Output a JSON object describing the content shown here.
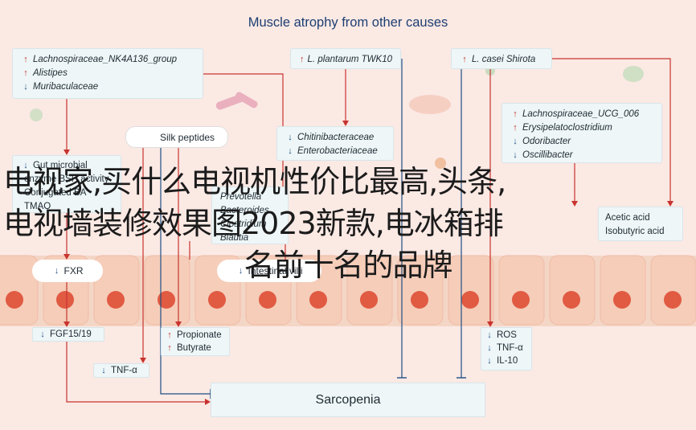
{
  "title": "Muscle atrophy from other causes",
  "overlay": {
    "line1": "电视家,买什么电视机性价比最高,头条,",
    "line2": "电视墙装修效果图2023新款,电冰箱排",
    "line3": "名前十名的品牌"
  },
  "box_top_left": [
    {
      "dir": "up",
      "text": "Lachnospiraceae_NK4A136_group"
    },
    {
      "dir": "up",
      "text": "Alistipes"
    },
    {
      "dir": "down",
      "text": "Muribaculaceae"
    }
  ],
  "box_plantarum": {
    "dir": "up",
    "text": "L. plantarum TWK10"
  },
  "box_casei": {
    "dir": "up",
    "text": "L. casei Shirota"
  },
  "box_right": [
    {
      "dir": "up",
      "text": "Lachnospiraceae_UCG_006"
    },
    {
      "dir": "up",
      "text": "Erysipelatoclostridium"
    },
    {
      "dir": "down",
      "text": "Odoribacter"
    },
    {
      "dir": "down",
      "text": "Oscillibacter"
    }
  ],
  "box_chitin": [
    {
      "dir": "down",
      "text": "Chitinibacteraceae"
    },
    {
      "dir": "down",
      "text": "Enterobacteriaceae"
    }
  ],
  "pill_silk": "Silk peptides",
  "box_gut_microbial": [
    {
      "dir": "down",
      "text": "Gut microbial"
    },
    {
      "dir": "",
      "text": "enzyme BSH activity"
    },
    {
      "dir": "",
      "text": "Conjugated BA"
    },
    {
      "dir": "",
      "text": "TMAO"
    }
  ],
  "box_middle_left": [
    {
      "dir": "",
      "text": "Prevotella"
    },
    {
      "dir": "",
      "text": "Bacteroides"
    },
    {
      "dir": "",
      "text": "Clostridium"
    },
    {
      "dir": "",
      "text": "Blautia"
    }
  ],
  "box_acids": [
    {
      "dir": "",
      "text": "Acetic acid"
    },
    {
      "dir": "",
      "text": "Isobutyric acid"
    }
  ],
  "pill_fxr": {
    "dir": "down",
    "text": "FXR"
  },
  "pill_villi": {
    "dir": "down",
    "text": "Intestinal villi"
  },
  "fgf": {
    "dir": "down",
    "text": "FGF15/19"
  },
  "propionate": [
    {
      "dir": "up",
      "text": "Propionate"
    },
    {
      "dir": "up",
      "text": "Butyrate"
    }
  ],
  "tnf_left": {
    "dir": "down",
    "text": "TNF-α"
  },
  "ros_list": [
    {
      "dir": "down",
      "text": "ROS"
    },
    {
      "dir": "down",
      "text": "TNF-α"
    },
    {
      "dir": "down",
      "text": "IL-10"
    }
  ],
  "sarcopenia": "Sarcopenia",
  "colors": {
    "red": "#c8342f",
    "blue": "#1f4f85",
    "bg": "#fbe9e4",
    "cell": "#f5cdb9",
    "nucleus": "#e15a42"
  }
}
